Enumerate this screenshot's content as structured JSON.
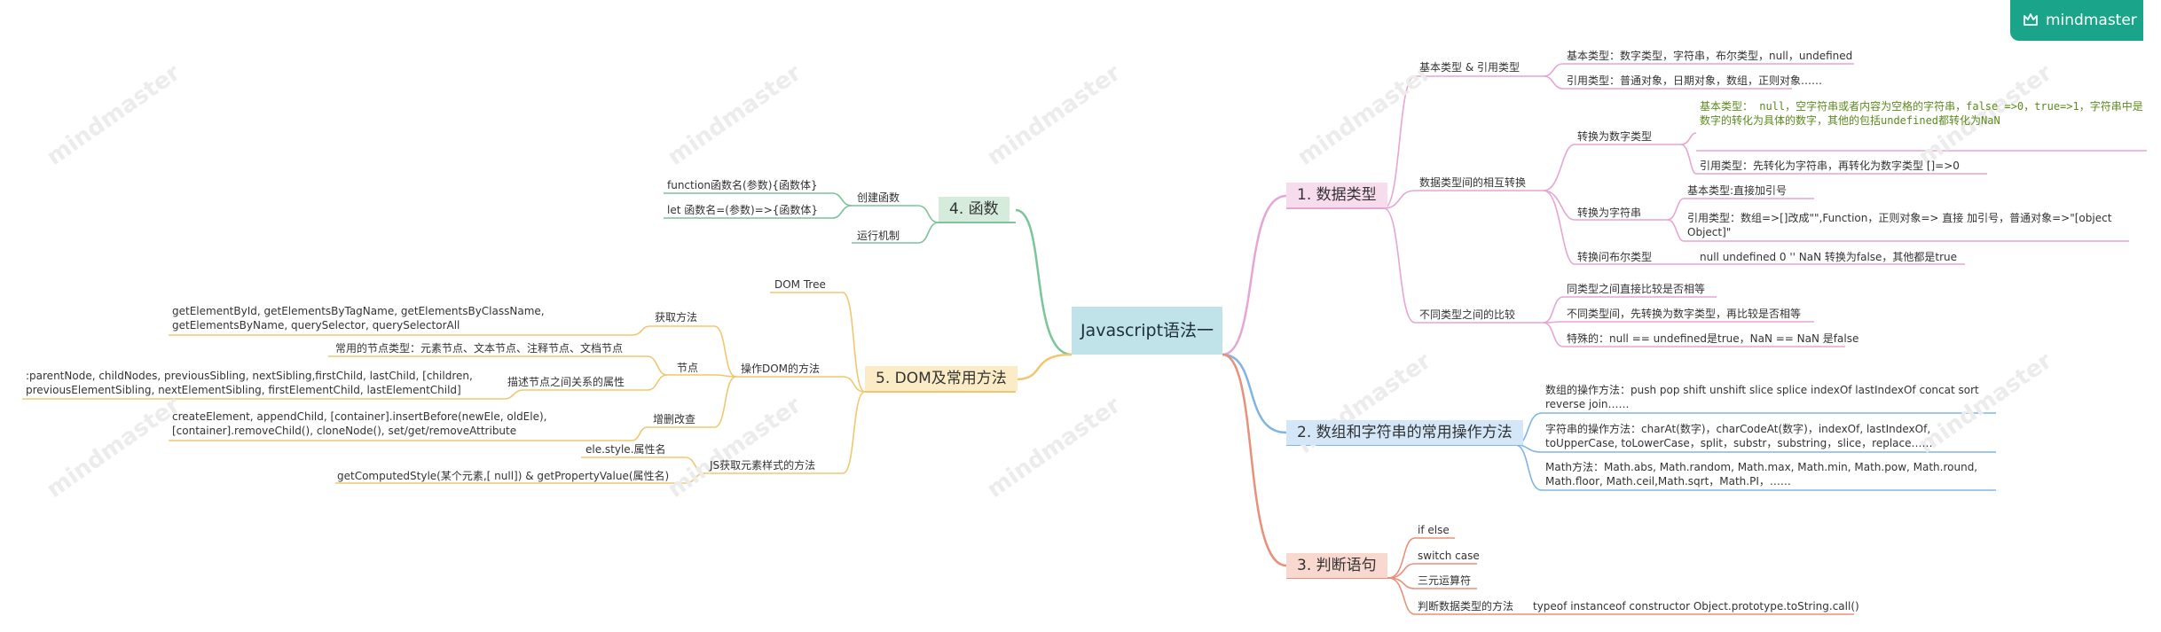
{
  "badge": {
    "brand": "mindmaster"
  },
  "watermark": "mindmaster",
  "root": {
    "label": "Javascript语法一"
  },
  "colors": {
    "data_types": "#e6a6d4",
    "array_string": "#7fb5e6",
    "judge": "#e8907a",
    "dom": "#f0c770",
    "function": "#7cc49a"
  },
  "branches": {
    "data_types": {
      "label": "1. 数据类型",
      "basic_ref": {
        "label": "基本类型 & 引用类型",
        "items": [
          "基本类型：数字类型，字符串，布尔类型，null，undefined",
          "引用类型：普通对象，日期对象，数组，正则对象……"
        ]
      },
      "conversion": {
        "label": "数据类型间的相互转换",
        "to_number": {
          "label": "转换为数字类型",
          "basic": "基本类型： null，空字符串或者内容为空格的字符串，false =>0，true=>1，字符串中是数字的转化为具体的数字，其他的包括undefined都转化为NaN",
          "ref": "引用类型：先转化为字符串，再转化为数字类型 []=>0"
        },
        "to_string": {
          "label": "转换为字符串",
          "basic": "基本类型:直接加引号",
          "ref": "引用类型：数组=>[]改成\"\",Function，正则对象=> 直接 加引号，普通对象=>\"[object Object]\""
        },
        "to_boolean": {
          "label": "转换问布尔类型",
          "value": "null undefined 0 '' NaN 转换为false，其他都是true"
        }
      },
      "comparison": {
        "label": "不同类型之间的比较",
        "items": [
          "同类型之间直接比较是否相等",
          "不同类型间，先转换为数字类型，再比较是否相等",
          "特殊的：null == undefined是true，NaN == NaN 是false"
        ]
      }
    },
    "array_string": {
      "label": "2. 数组和字符串的常用操作方法",
      "items": [
        "数组的操作方法：push pop shift unshift slice splice indexOf lastIndexOf concat sort reverse join……",
        "字符串的操作方法：charAt(数字)，charCodeAt(数字)，indexOf, lastIndexOf, toUpperCase, toLowerCase，split，substr，substring，slice，replace……",
        "Math方法：Math.abs, Math.random, Math.max, Math.min, Math.pow, Math.round, Math.floor, Math.ceil,Math.sqrt，Math.PI，……"
      ]
    },
    "judge": {
      "label": "3. 判断语句",
      "items": [
        "if else",
        "switch case",
        "三元运算符",
        "判断数据类型的方法"
      ],
      "type_methods": "typeof instanceof constructor Object.prototype.toString.call()"
    },
    "function": {
      "label": "4. 函数",
      "create": {
        "label": "创建函数",
        "items": [
          "function函数名(参数){函数体}",
          "let 函数名=(参数)=>{函数体}"
        ]
      },
      "runtime": "运行机制"
    },
    "dom": {
      "label": "5. DOM及常用方法",
      "tree": "DOM Tree",
      "ops": {
        "label": "操作DOM的方法",
        "get": {
          "label": "获取方法",
          "value": "getElementById, getElementsByTagName, getElementsByClassName, getElementsByName, querySelector, querySelectorAll"
        },
        "node": {
          "label": "节点",
          "types": "常用的节点类型：元素节点、文本节点、注释节点、文档节点",
          "relations": {
            "label": "描述节点之间关系的属性",
            "value": ":parentNode, childNodes, previousSibling, nextSibling,firstChild, lastChild, [children, previousElementSibling, nextElementSibling, firstElementChild, lastElementChild]"
          }
        },
        "crud": {
          "label": "增删改查",
          "value": "createElement, appendChild, [container].insertBefore(newEle, oldEle), [container].removeChild(), cloneNode(), set/get/removeAttribute"
        },
        "style": {
          "label": "JS获取元素样式的方法",
          "items": [
            "ele.style.属性名",
            "getComputedStyle(某个元素,[ null]) & getPropertyValue(属性名)"
          ]
        }
      }
    }
  }
}
